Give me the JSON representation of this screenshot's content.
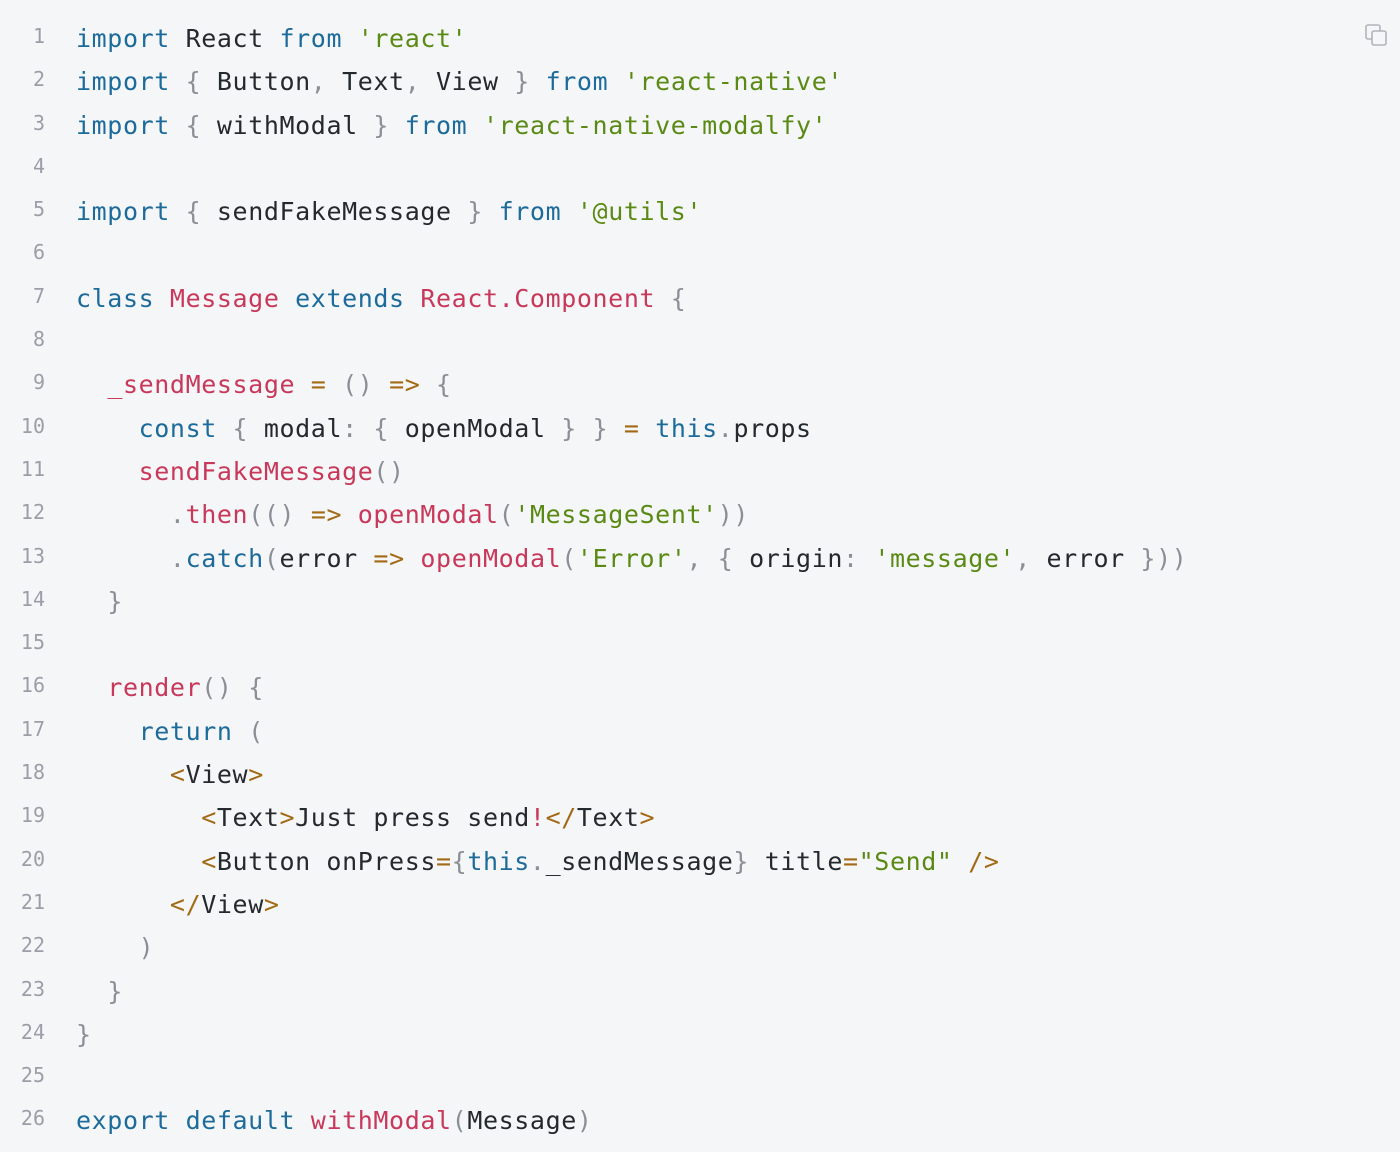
{
  "copy_button": {
    "icon": "copy-icon"
  },
  "colors": {
    "background": "#f5f6f8",
    "keyword": "#1c6b9a",
    "name": "#c8385a",
    "string": "#5a8a14",
    "punct": "#8a8f96",
    "op": "#a26a15",
    "plain": "#24292e",
    "line_number": "#9a9ea6"
  },
  "code": {
    "lines": [
      {
        "number": "1",
        "tokens": [
          [
            "keyword",
            "import"
          ],
          [
            "plain",
            " React "
          ],
          [
            "keyword",
            "from"
          ],
          [
            "plain",
            " "
          ],
          [
            "string",
            "'react'"
          ]
        ]
      },
      {
        "number": "2",
        "tokens": [
          [
            "keyword",
            "import"
          ],
          [
            "plain",
            " "
          ],
          [
            "punct",
            "{"
          ],
          [
            "plain",
            " Button"
          ],
          [
            "punct",
            ","
          ],
          [
            "plain",
            " Text"
          ],
          [
            "punct",
            ","
          ],
          [
            "plain",
            " View "
          ],
          [
            "punct",
            "}"
          ],
          [
            "plain",
            " "
          ],
          [
            "keyword",
            "from"
          ],
          [
            "plain",
            " "
          ],
          [
            "string",
            "'react-native'"
          ]
        ]
      },
      {
        "number": "3",
        "tokens": [
          [
            "keyword",
            "import"
          ],
          [
            "plain",
            " "
          ],
          [
            "punct",
            "{"
          ],
          [
            "plain",
            " withModal "
          ],
          [
            "punct",
            "}"
          ],
          [
            "plain",
            " "
          ],
          [
            "keyword",
            "from"
          ],
          [
            "plain",
            " "
          ],
          [
            "string",
            "'react-native-modalfy'"
          ]
        ]
      },
      {
        "number": "4",
        "tokens": []
      },
      {
        "number": "5",
        "tokens": [
          [
            "keyword",
            "import"
          ],
          [
            "plain",
            " "
          ],
          [
            "punct",
            "{"
          ],
          [
            "plain",
            " sendFakeMessage "
          ],
          [
            "punct",
            "}"
          ],
          [
            "plain",
            " "
          ],
          [
            "keyword",
            "from"
          ],
          [
            "plain",
            " "
          ],
          [
            "string",
            "'@utils'"
          ]
        ]
      },
      {
        "number": "6",
        "tokens": []
      },
      {
        "number": "7",
        "tokens": [
          [
            "keyword",
            "class"
          ],
          [
            "plain",
            " "
          ],
          [
            "name",
            "Message"
          ],
          [
            "plain",
            " "
          ],
          [
            "keyword",
            "extends"
          ],
          [
            "plain",
            " "
          ],
          [
            "name",
            "React.Component"
          ],
          [
            "plain",
            " "
          ],
          [
            "punct",
            "{"
          ]
        ]
      },
      {
        "number": "8",
        "tokens": []
      },
      {
        "number": "9",
        "tokens": [
          [
            "plain",
            "  "
          ],
          [
            "name",
            "_sendMessage"
          ],
          [
            "plain",
            " "
          ],
          [
            "op",
            "="
          ],
          [
            "plain",
            " "
          ],
          [
            "punct",
            "()"
          ],
          [
            "plain",
            " "
          ],
          [
            "op",
            "=>"
          ],
          [
            "plain",
            " "
          ],
          [
            "punct",
            "{"
          ]
        ]
      },
      {
        "number": "10",
        "tokens": [
          [
            "plain",
            "    "
          ],
          [
            "keyword",
            "const"
          ],
          [
            "plain",
            " "
          ],
          [
            "punct",
            "{"
          ],
          [
            "plain",
            " modal"
          ],
          [
            "punct",
            ":"
          ],
          [
            "plain",
            " "
          ],
          [
            "punct",
            "{"
          ],
          [
            "plain",
            " openModal "
          ],
          [
            "punct",
            "}"
          ],
          [
            "plain",
            " "
          ],
          [
            "punct",
            "}"
          ],
          [
            "plain",
            " "
          ],
          [
            "op",
            "="
          ],
          [
            "plain",
            " "
          ],
          [
            "keyword",
            "this"
          ],
          [
            "punct",
            "."
          ],
          [
            "plain",
            "props"
          ]
        ]
      },
      {
        "number": "11",
        "tokens": [
          [
            "plain",
            "    "
          ],
          [
            "name",
            "sendFakeMessage"
          ],
          [
            "punct",
            "()"
          ]
        ]
      },
      {
        "number": "12",
        "tokens": [
          [
            "plain",
            "      "
          ],
          [
            "punct",
            "."
          ],
          [
            "name",
            "then"
          ],
          [
            "punct",
            "(()"
          ],
          [
            "plain",
            " "
          ],
          [
            "op",
            "=>"
          ],
          [
            "plain",
            " "
          ],
          [
            "name",
            "openModal"
          ],
          [
            "punct",
            "("
          ],
          [
            "string",
            "'MessageSent'"
          ],
          [
            "punct",
            "))"
          ]
        ]
      },
      {
        "number": "13",
        "tokens": [
          [
            "plain",
            "      "
          ],
          [
            "punct",
            "."
          ],
          [
            "keyword",
            "catch"
          ],
          [
            "punct",
            "("
          ],
          [
            "plain",
            "error "
          ],
          [
            "op",
            "=>"
          ],
          [
            "plain",
            " "
          ],
          [
            "name",
            "openModal"
          ],
          [
            "punct",
            "("
          ],
          [
            "string",
            "'Error'"
          ],
          [
            "punct",
            ","
          ],
          [
            "plain",
            " "
          ],
          [
            "punct",
            "{"
          ],
          [
            "plain",
            " origin"
          ],
          [
            "punct",
            ":"
          ],
          [
            "plain",
            " "
          ],
          [
            "string",
            "'message'"
          ],
          [
            "punct",
            ","
          ],
          [
            "plain",
            " error "
          ],
          [
            "punct",
            "}))"
          ]
        ]
      },
      {
        "number": "14",
        "tokens": [
          [
            "plain",
            "  "
          ],
          [
            "punct",
            "}"
          ]
        ]
      },
      {
        "number": "15",
        "tokens": []
      },
      {
        "number": "16",
        "tokens": [
          [
            "plain",
            "  "
          ],
          [
            "name",
            "render"
          ],
          [
            "punct",
            "()"
          ],
          [
            "plain",
            " "
          ],
          [
            "punct",
            "{"
          ]
        ]
      },
      {
        "number": "17",
        "tokens": [
          [
            "plain",
            "    "
          ],
          [
            "keyword",
            "return"
          ],
          [
            "plain",
            " "
          ],
          [
            "punct",
            "("
          ]
        ]
      },
      {
        "number": "18",
        "tokens": [
          [
            "plain",
            "      "
          ],
          [
            "op",
            "<"
          ],
          [
            "plain",
            "View"
          ],
          [
            "op",
            ">"
          ]
        ]
      },
      {
        "number": "19",
        "tokens": [
          [
            "plain",
            "        "
          ],
          [
            "op",
            "<"
          ],
          [
            "plain",
            "Text"
          ],
          [
            "op",
            ">"
          ],
          [
            "plain",
            "Just press send"
          ],
          [
            "name",
            "!"
          ],
          [
            "op",
            "</"
          ],
          [
            "plain",
            "Text"
          ],
          [
            "op",
            ">"
          ]
        ]
      },
      {
        "number": "20",
        "tokens": [
          [
            "plain",
            "        "
          ],
          [
            "op",
            "<"
          ],
          [
            "plain",
            "Button onPress"
          ],
          [
            "op",
            "="
          ],
          [
            "punct",
            "{"
          ],
          [
            "keyword",
            "this"
          ],
          [
            "punct",
            "."
          ],
          [
            "plain",
            "_sendMessage"
          ],
          [
            "punct",
            "}"
          ],
          [
            "plain",
            " title"
          ],
          [
            "op",
            "="
          ],
          [
            "string",
            "\"Send\""
          ],
          [
            "plain",
            " "
          ],
          [
            "op",
            "/>"
          ]
        ]
      },
      {
        "number": "21",
        "tokens": [
          [
            "plain",
            "      "
          ],
          [
            "op",
            "</"
          ],
          [
            "plain",
            "View"
          ],
          [
            "op",
            ">"
          ]
        ]
      },
      {
        "number": "22",
        "tokens": [
          [
            "plain",
            "    "
          ],
          [
            "punct",
            ")"
          ]
        ]
      },
      {
        "number": "23",
        "tokens": [
          [
            "plain",
            "  "
          ],
          [
            "punct",
            "}"
          ]
        ]
      },
      {
        "number": "24",
        "tokens": [
          [
            "punct",
            "}"
          ]
        ]
      },
      {
        "number": "25",
        "tokens": []
      },
      {
        "number": "26",
        "tokens": [
          [
            "keyword",
            "export"
          ],
          [
            "plain",
            " "
          ],
          [
            "keyword",
            "default"
          ],
          [
            "plain",
            " "
          ],
          [
            "name",
            "withModal"
          ],
          [
            "punct",
            "("
          ],
          [
            "plain",
            "Message"
          ],
          [
            "punct",
            ")"
          ]
        ]
      }
    ]
  }
}
